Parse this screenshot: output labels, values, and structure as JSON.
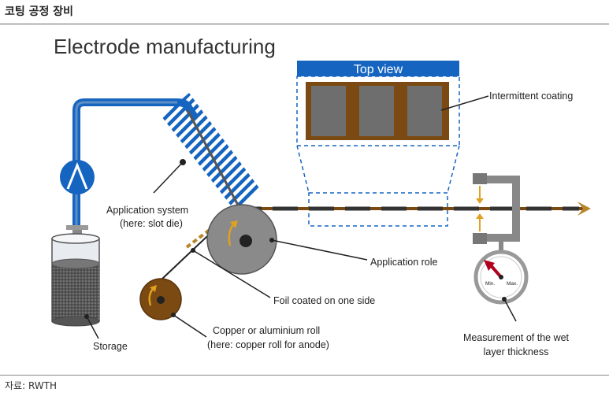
{
  "header": {
    "title": "코팅 공정 장비"
  },
  "diagram": {
    "title": "Electrode manufacturing",
    "top_view": "Top view",
    "labels": {
      "intermittent": "Intermittent coating",
      "app_system_1": "Application system",
      "app_system_2": "(here: slot die)",
      "app_role": "Application role",
      "foil": "Foil coated on one side",
      "roll_1": "Copper or aluminium roll",
      "roll_2": "(here: copper roll for anode)",
      "storage": "Storage",
      "measure_1": "Measurement of the wet",
      "measure_2": "layer thickness",
      "gauge_min": "Min.",
      "gauge_max": "Max."
    },
    "colors": {
      "blue": "#1565c0",
      "brown": "#7a4a12",
      "gray": "#707070",
      "gold": "#e0a020"
    }
  },
  "footer": {
    "source": "자료: RWTH"
  }
}
